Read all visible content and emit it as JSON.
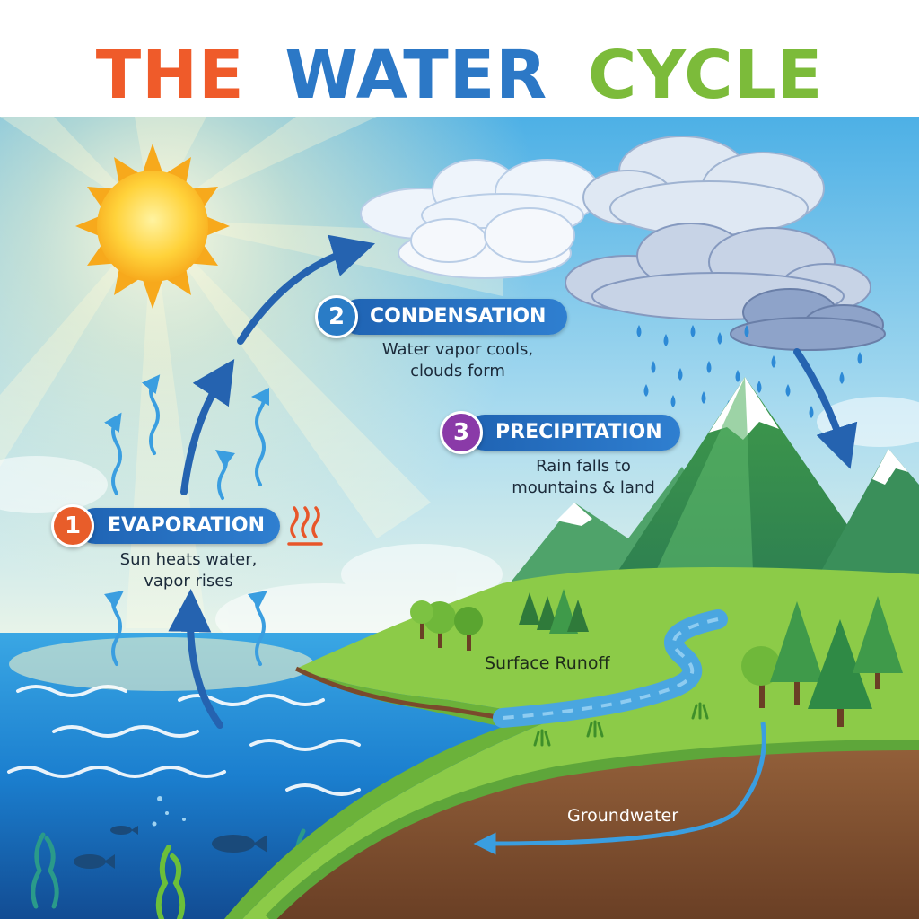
{
  "title": {
    "words": [
      {
        "text": "THE",
        "color": "#ef5b2a"
      },
      {
        "text": "WATER",
        "color": "#2c78c6"
      },
      {
        "text": "CYCLE",
        "color": "#7cbb3a"
      }
    ]
  },
  "stages": [
    {
      "number": "1",
      "label": "EVAPORATION",
      "description_lines": [
        "Sun heats water,",
        "vapor rises"
      ],
      "badge_color": "#e85d2a"
    },
    {
      "number": "2",
      "label": "CONDENSATION",
      "description_lines": [
        "Water vapor cools,",
        "clouds form"
      ],
      "badge_color": "#2a7cc6"
    },
    {
      "number": "3",
      "label": "PRECIPITATION",
      "description_lines": [
        "Rain falls to",
        "mountains & land"
      ],
      "badge_color": "#8a3aa8"
    }
  ],
  "labels": {
    "surface_runoff": "Surface Runoff",
    "groundwater": "Groundwater"
  },
  "icons": {
    "heat": "heat-waves-icon",
    "sun": "sun-icon",
    "cloud": "cloud-icon",
    "rain": "raindrop-icon",
    "tree": "tree-icon",
    "fish": "fish-icon"
  },
  "colors": {
    "sky_top": "#4fb3e8",
    "sky_bottom": "#dff1f7",
    "ocean": "#1b7fcf",
    "land": "#7fc241",
    "soil": "#7a4a2c",
    "arrow": "#2563b0",
    "river": "#4aa6e0"
  }
}
